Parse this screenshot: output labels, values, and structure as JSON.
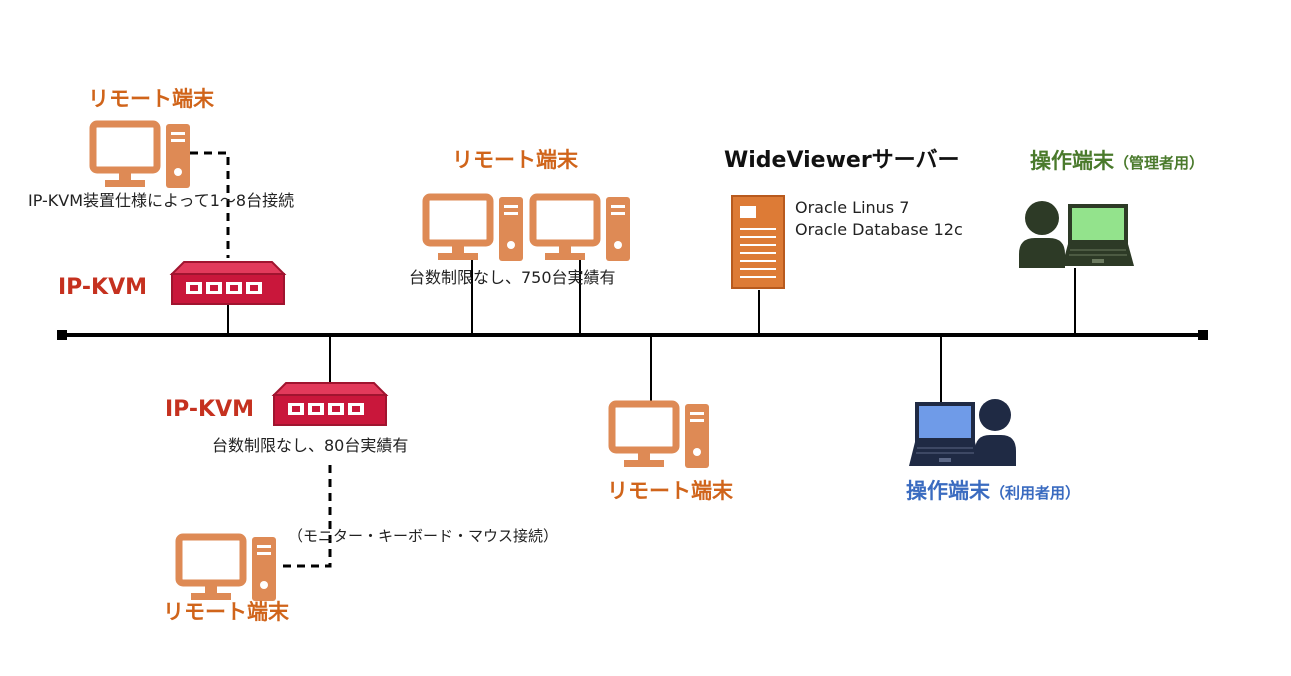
{
  "labels": {
    "remote_terminal": "リモート端末",
    "ip_kvm": "IP-KVM",
    "ipkvm_top_note": "IP-KVM装置仕様によって1〜8台接続",
    "remote_group_note": "台数制限なし、750台実績有",
    "ipkvm_bottom_note": "台数制限なし、80台実績有",
    "kvm_connection_note": "（モニター・キーボード・マウス接続）",
    "server_title": "WideViewerサーバー",
    "server_os": "Oracle Linus 7",
    "server_db": "Oracle Database 12c",
    "admin_terminal": "操作端末",
    "admin_terminal_suffix": "（管理者用）",
    "user_terminal": "操作端末",
    "user_terminal_suffix": "（利用者用）"
  },
  "colors": {
    "remote": "#d0641a",
    "kvm": "#c5311f",
    "admin": "#4a7a2c",
    "user": "#3a6bc0",
    "bus": "#000000"
  },
  "icons": [
    "desktop-pc-icon",
    "network-switch-icon",
    "server-tower-icon",
    "laptop-icon",
    "person-icon"
  ]
}
